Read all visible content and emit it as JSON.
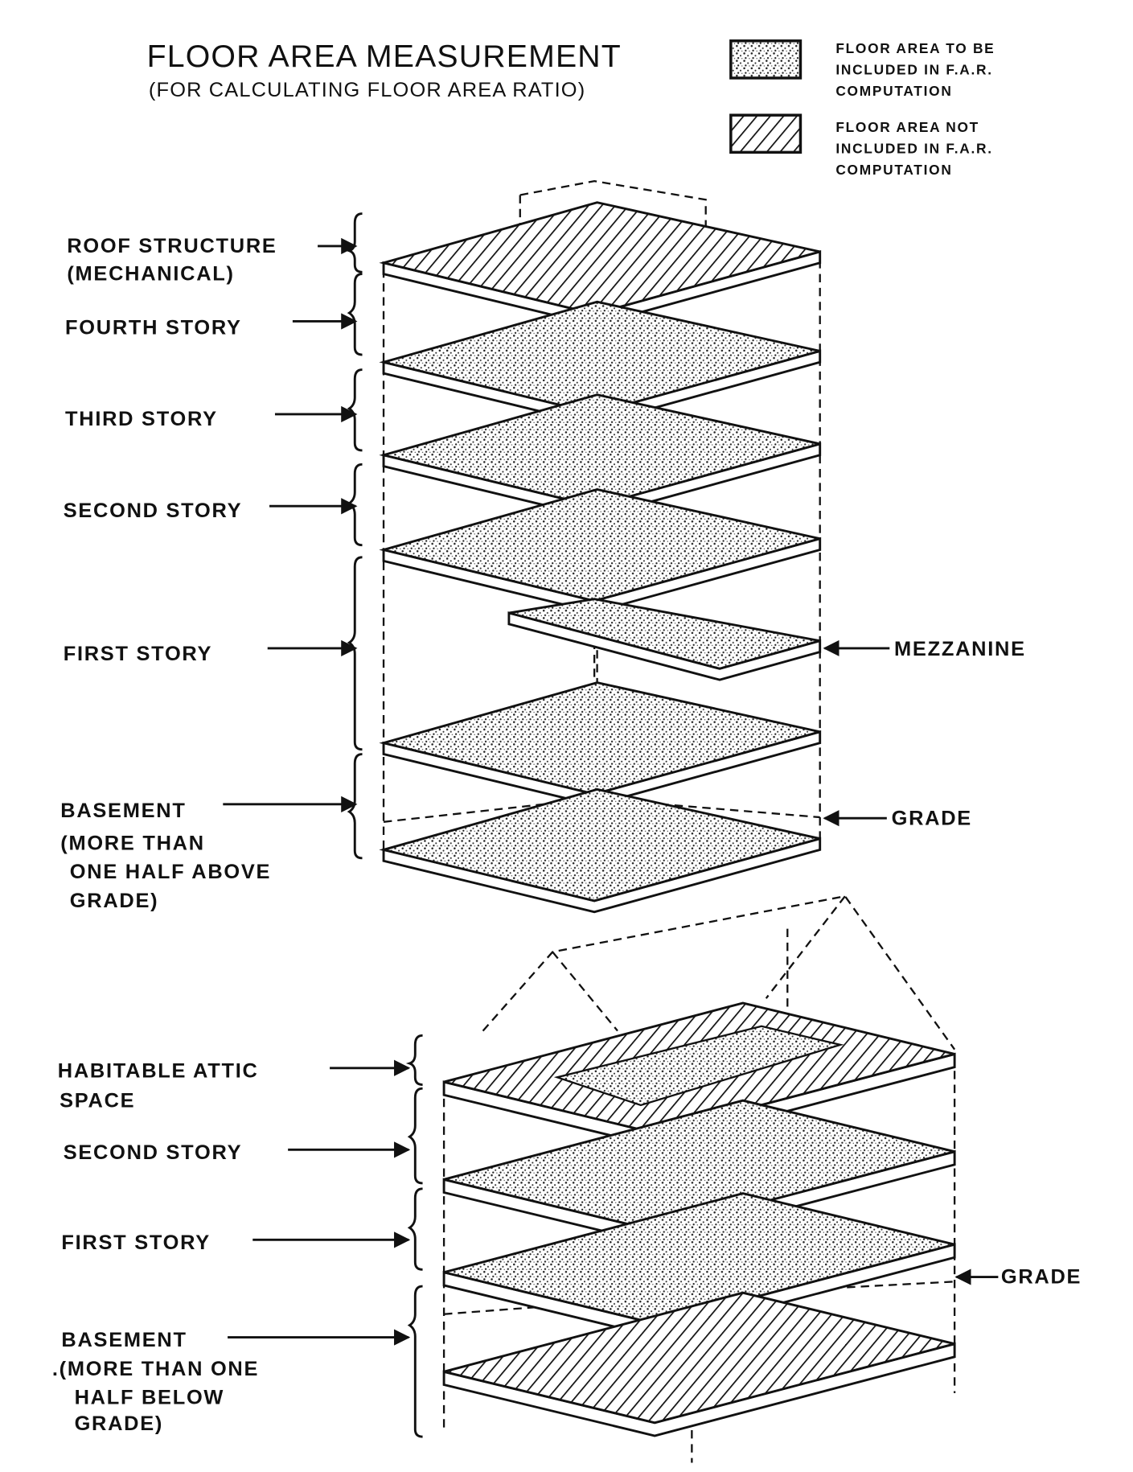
{
  "header": {
    "title": "FLOOR AREA MEASUREMENT",
    "subtitle": "(FOR CALCULATING FLOOR AREA RATIO)"
  },
  "legend": {
    "included": [
      "FLOOR AREA TO BE",
      "INCLUDED IN F.A.R.",
      "COMPUTATION"
    ],
    "excluded": [
      "FLOOR AREA NOT",
      "INCLUDED IN F.A.R.",
      "COMPUTATION"
    ]
  },
  "building1": {
    "roof": [
      "ROOF STRUCTURE",
      "(MECHANICAL)"
    ],
    "fourth": "FOURTH STORY",
    "third": "THIRD STORY",
    "second": "SECOND STORY",
    "first": "FIRST STORY",
    "mezzanine": "MEZZANINE",
    "basement": [
      "BASEMENT",
      "(MORE THAN",
      "ONE HALF ABOVE",
      "GRADE)"
    ],
    "grade": "GRADE"
  },
  "building2": {
    "attic": [
      "HABITABLE ATTIC",
      "SPACE"
    ],
    "second": "SECOND STORY",
    "first": "FIRST STORY",
    "basement": [
      "BASEMENT",
      ".(MORE THAN ONE",
      "HALF BELOW",
      "GRADE)"
    ],
    "grade": "GRADE"
  },
  "colors": {
    "ink": "#111111",
    "paper": "#ffffff"
  }
}
